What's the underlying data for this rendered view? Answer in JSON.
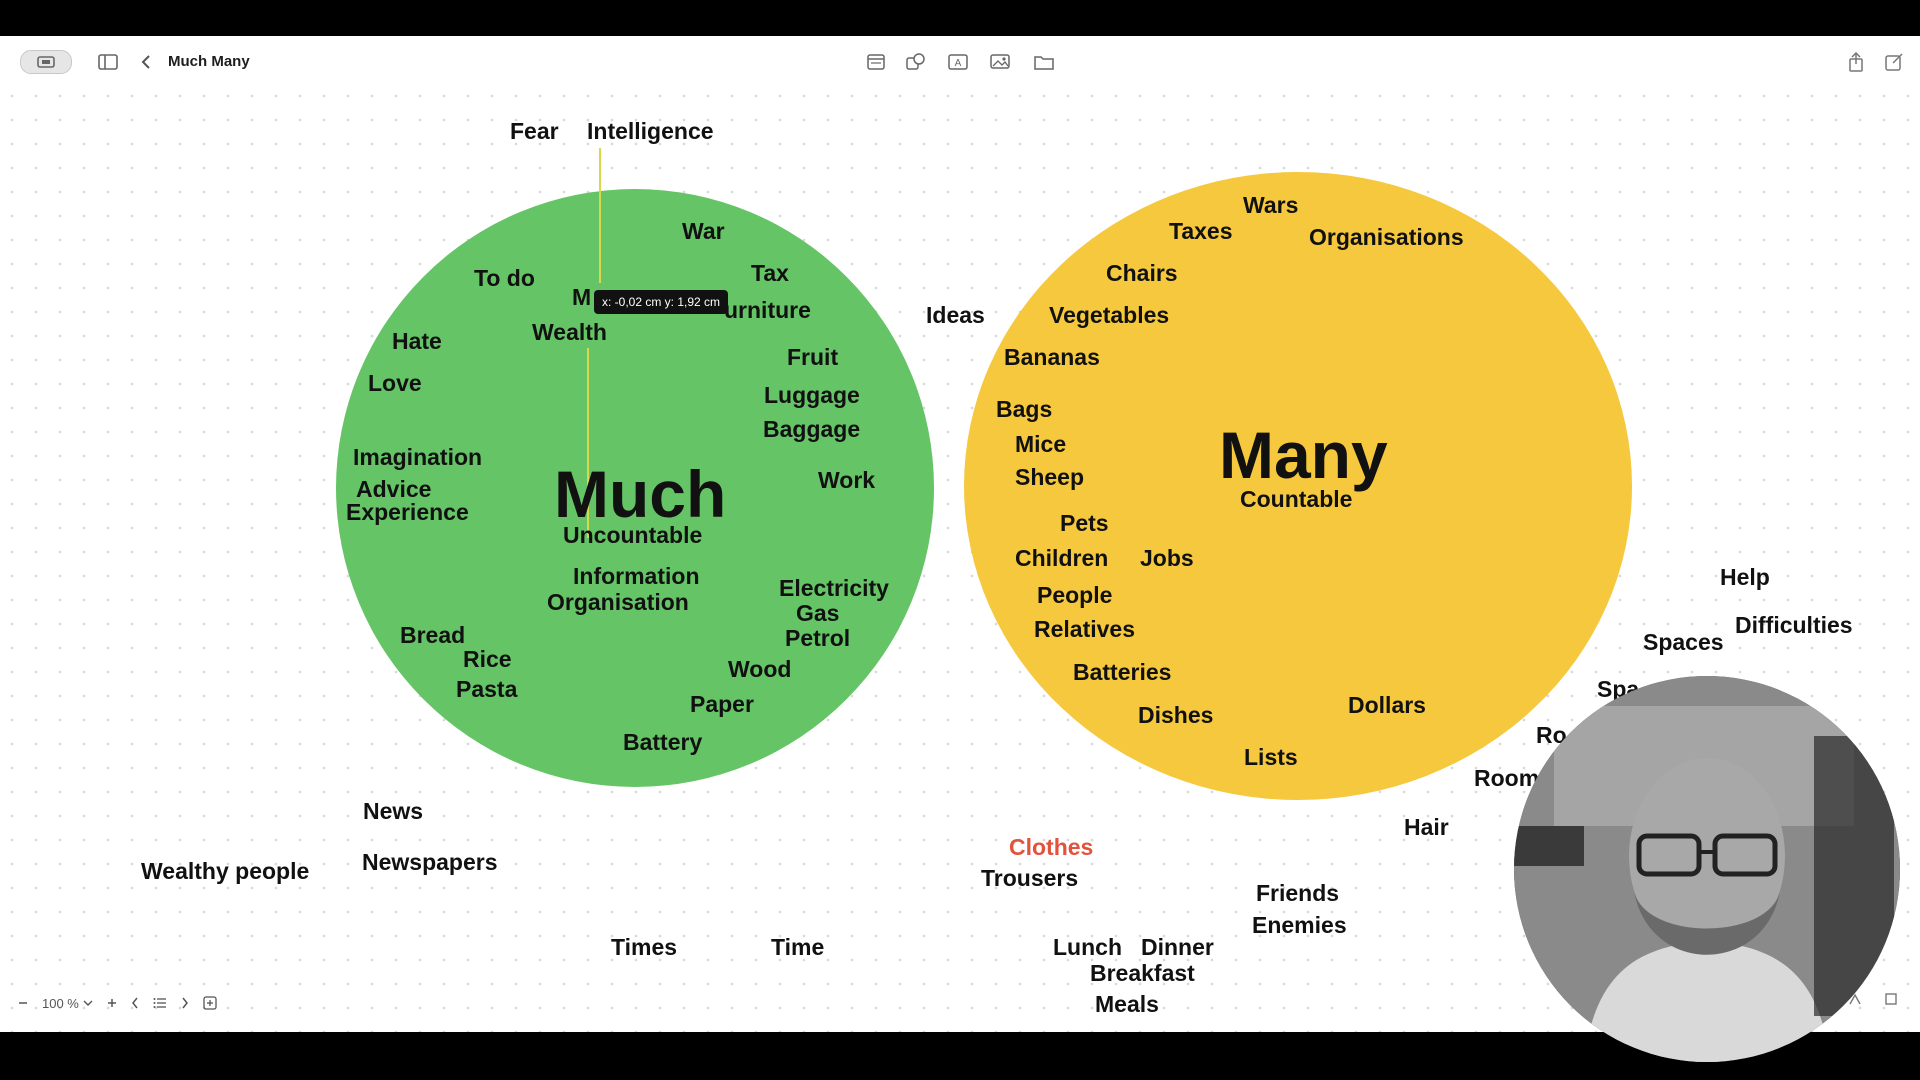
{
  "app": {
    "title": "Much Many",
    "zoom": "100 %"
  },
  "tooltip": "x: -0,02 cm  y: 1,92 cm",
  "colors": {
    "green_circle": "#65c466",
    "yellow_circle": "#f5c83e",
    "highlight_word": "#e2533e"
  },
  "much": {
    "title": "Much",
    "subtitle": "Uncountable",
    "words": [
      "War",
      "Tax",
      "To do",
      "M",
      "urniture",
      "Wealth",
      "Hate",
      "Fruit",
      "Love",
      "Luggage",
      "Baggage",
      "Imagination",
      "Advice",
      "Experience",
      "Work",
      "Information",
      "Organisation",
      "Electricity",
      "Gas",
      "Petrol",
      "Bread",
      "Rice",
      "Pasta",
      "Wood",
      "Paper",
      "Battery"
    ]
  },
  "many": {
    "title": "Many",
    "subtitle": "Countable",
    "words": [
      "Wars",
      "Taxes",
      "Organisations",
      "Chairs",
      "Vegetables",
      "Bananas",
      "Bags",
      "Mice",
      "Sheep",
      "Pets",
      "Children",
      "Jobs",
      "People",
      "Relatives",
      "Batteries",
      "Dishes",
      "Dollars",
      "Lists"
    ]
  },
  "outside_words": {
    "fear": "Fear",
    "intelligence": "Intelligence",
    "ideas": "Ideas",
    "help": "Help",
    "difficulties": "Difficulties",
    "spaces": "Spaces",
    "spa_partial": "Spa",
    "ro_partial": "Ro",
    "room_partial": "Room",
    "hair": "Hair",
    "news": "News",
    "newspapers": "Newspapers",
    "wealthy_people": "Wealthy people",
    "clothes": "Clothes",
    "trousers": "Trousers",
    "friends": "Friends",
    "enemies": "Enemies",
    "times": "Times",
    "time": "Time",
    "lunch": "Lunch",
    "dinner": "Dinner",
    "breakfast": "Breakfast",
    "meals": "Meals"
  }
}
